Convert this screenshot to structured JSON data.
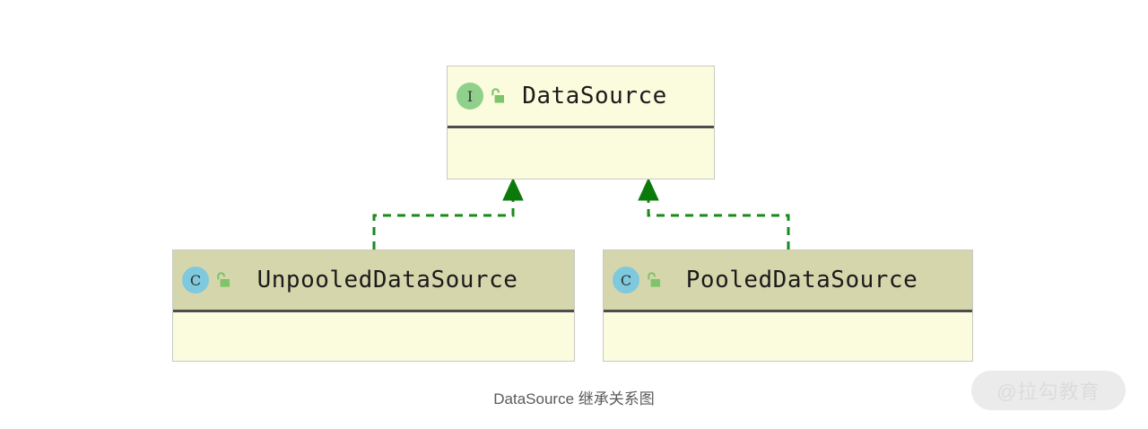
{
  "diagram": {
    "caption": "DataSource 继承关系图",
    "relationship_type": "inheritance",
    "accent_color": "#1a8a1a",
    "interface_badge_color": "#8fd18a",
    "class_badge_color": "#7fc9de",
    "header_fill_interface": "#fbfbdd",
    "header_fill_class": "#d6d6ac",
    "body_fill": "#fbfbdd",
    "nodes": [
      {
        "id": "datasource",
        "name": "DataSource",
        "kind": "interface",
        "badge_letter": "I",
        "visibility_icon": "unlock-icon",
        "members": []
      },
      {
        "id": "unpooled",
        "name": "UnpooledDataSource",
        "kind": "class",
        "badge_letter": "C",
        "visibility_icon": "unlock-icon",
        "members": []
      },
      {
        "id": "pooled",
        "name": "PooledDataSource",
        "kind": "class",
        "badge_letter": "C",
        "visibility_icon": "unlock-icon",
        "members": []
      }
    ],
    "edges": [
      {
        "from": "unpooled",
        "to": "datasource",
        "style": "dashed",
        "arrow": "solid-triangle"
      },
      {
        "from": "pooled",
        "to": "datasource",
        "style": "dashed",
        "arrow": "solid-triangle"
      }
    ]
  },
  "watermark": {
    "text": "@拉勾教育"
  }
}
